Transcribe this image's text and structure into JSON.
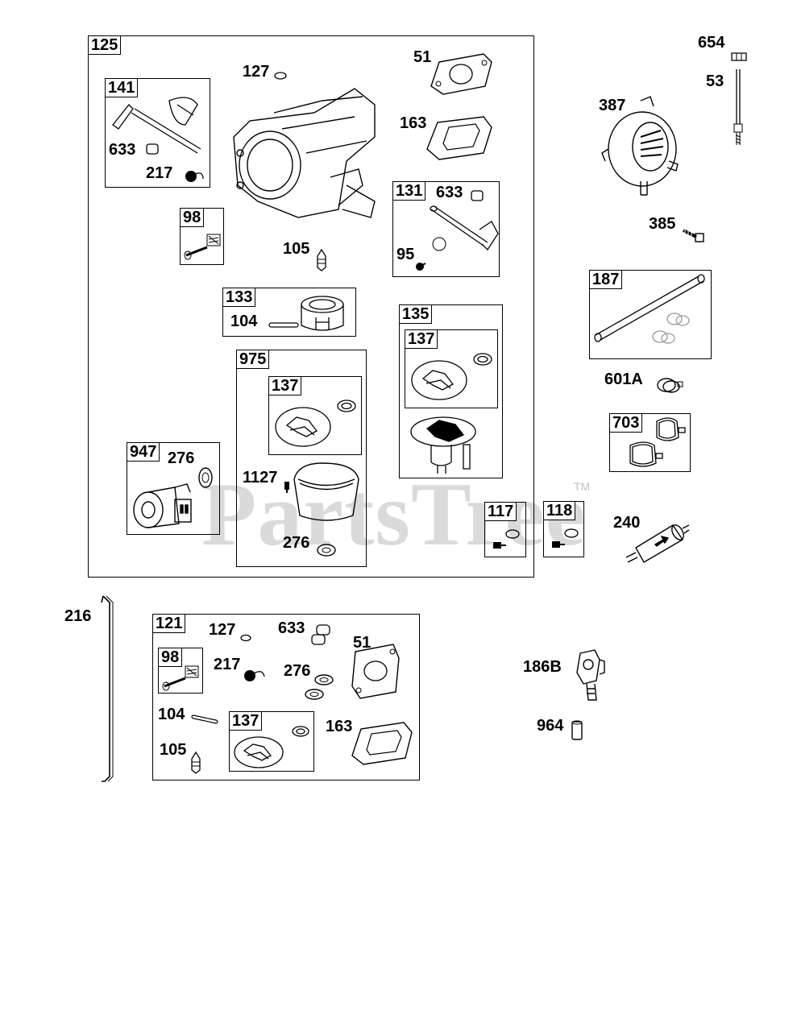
{
  "watermark": {
    "text": "PartsTree",
    "tm": "TM"
  },
  "kits": {
    "k125": "125",
    "k141": "141",
    "k98a": "98",
    "k133": "133",
    "k131": "131",
    "k975": "975",
    "k137a": "137",
    "k135": "135",
    "k137b": "137",
    "k947": "947",
    "k117": "117",
    "k118": "118",
    "k187": "187",
    "k703": "703",
    "k121": "121",
    "k98b": "98",
    "k137c": "137"
  },
  "parts": {
    "p127a": "127",
    "p51a": "51",
    "p163a": "163",
    "p633a": "633",
    "p217a": "217",
    "p105a": "105",
    "p633b": "633",
    "p95": "95",
    "p104a": "104",
    "p276a": "276",
    "p1127": "1127",
    "p276b": "276",
    "p654": "654",
    "p53": "53",
    "p387": "387",
    "p385": "385",
    "p601a": "601A",
    "p240": "240",
    "p216": "216",
    "p127b": "127",
    "p633c": "633",
    "p51b": "51",
    "p217b": "217",
    "p276c": "276",
    "p104b": "104",
    "p163b": "163",
    "p105b": "105",
    "p186b": "186B",
    "p964": "964"
  }
}
